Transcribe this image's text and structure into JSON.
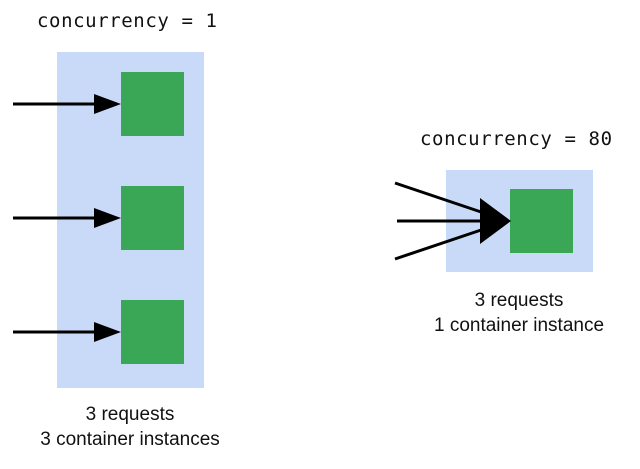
{
  "left": {
    "heading": "concurrency = 1",
    "caption_line1": "3 requests",
    "caption_line2": "3 container instances"
  },
  "right": {
    "heading": "concurrency = 80",
    "caption_line1": "3 requests",
    "caption_line2": "1 container instance"
  },
  "colors": {
    "group_background": "#c9daf8",
    "container": "#3aa757",
    "arrow": "#000000",
    "text": "#111111"
  }
}
